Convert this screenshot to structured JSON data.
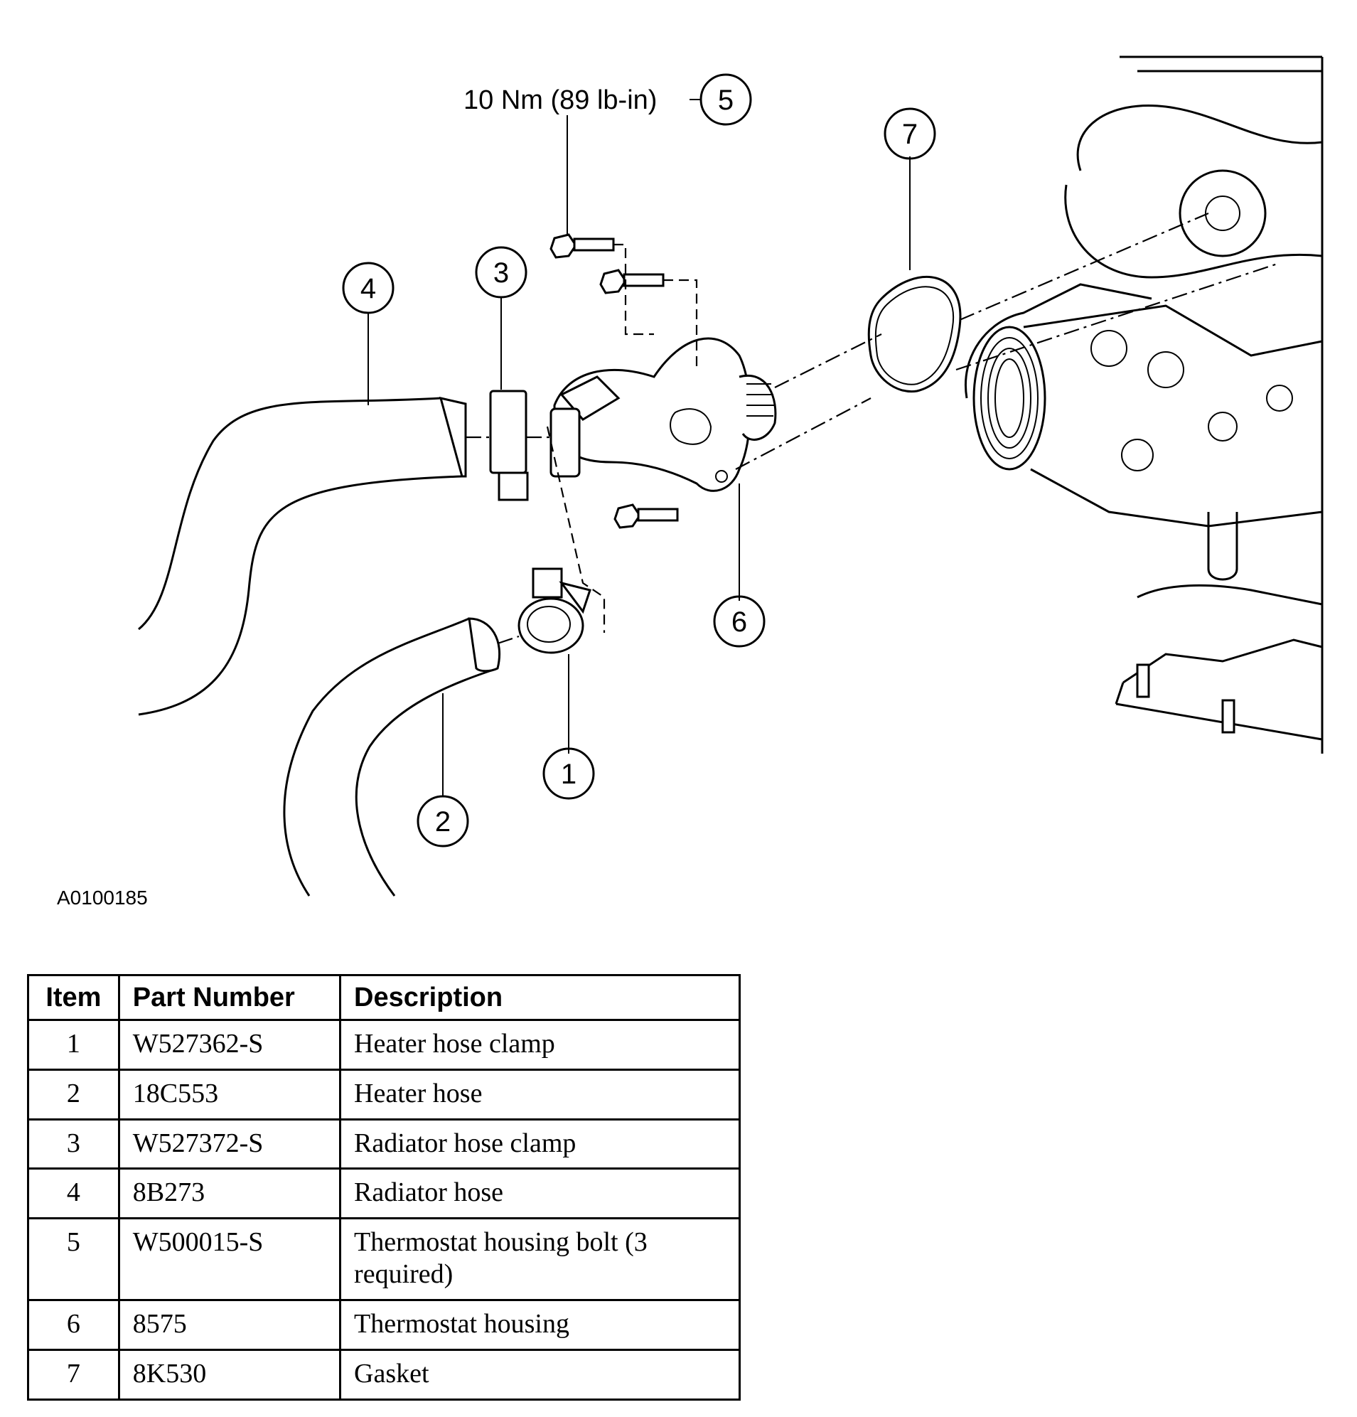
{
  "diagram": {
    "torque_spec": "10 Nm (89 lb-in)",
    "figure_id": "A0100185",
    "callouts": [
      "1",
      "2",
      "3",
      "4",
      "5",
      "6",
      "7"
    ]
  },
  "table": {
    "headers": [
      "Item",
      "Part Number",
      "Description"
    ],
    "rows": [
      [
        "1",
        "W527362-S",
        "Heater hose clamp"
      ],
      [
        "2",
        "18C553",
        "Heater hose"
      ],
      [
        "3",
        "W527372-S",
        "Radiator hose clamp"
      ],
      [
        "4",
        "8B273",
        "Radiator hose"
      ],
      [
        "5",
        "W500015-S",
        "Thermostat housing bolt (3 required)"
      ],
      [
        "6",
        "8575",
        "Thermostat housing"
      ],
      [
        "7",
        "8K530",
        "Gasket"
      ]
    ]
  }
}
